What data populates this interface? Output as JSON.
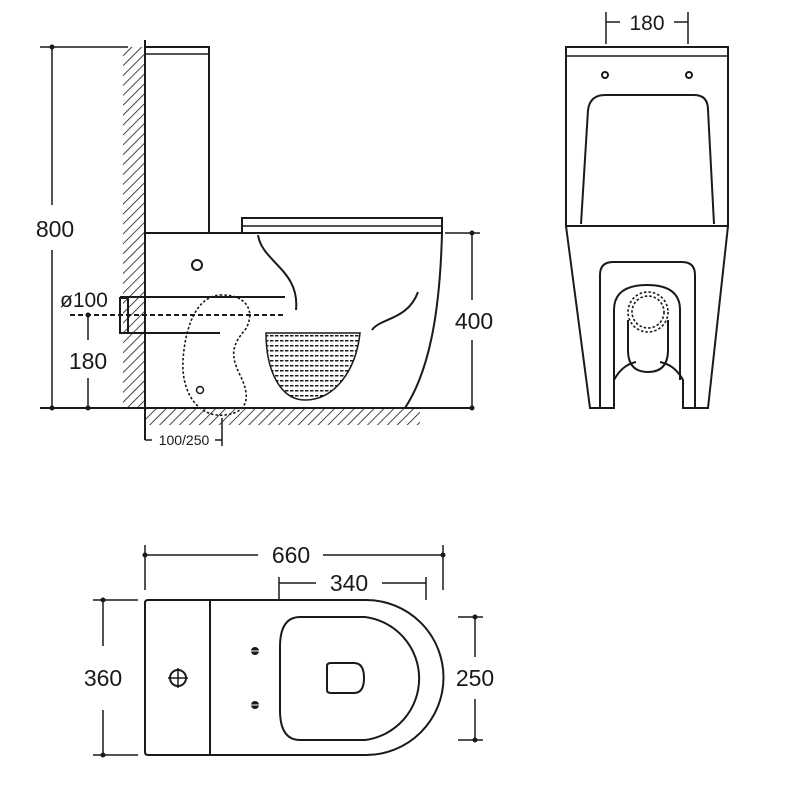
{
  "side_view": {
    "height_total": "800",
    "pipe_diameter": "ø100",
    "pipe_height": "180",
    "seat_height": "400",
    "wall_distance": "100/250"
  },
  "front_view": {
    "hole_spacing": "180"
  },
  "top_view": {
    "length": "660",
    "seat_length": "340",
    "width": "360",
    "seat_width": "250"
  },
  "colors": {
    "line": "#1a1a1a",
    "background": "#ffffff"
  }
}
